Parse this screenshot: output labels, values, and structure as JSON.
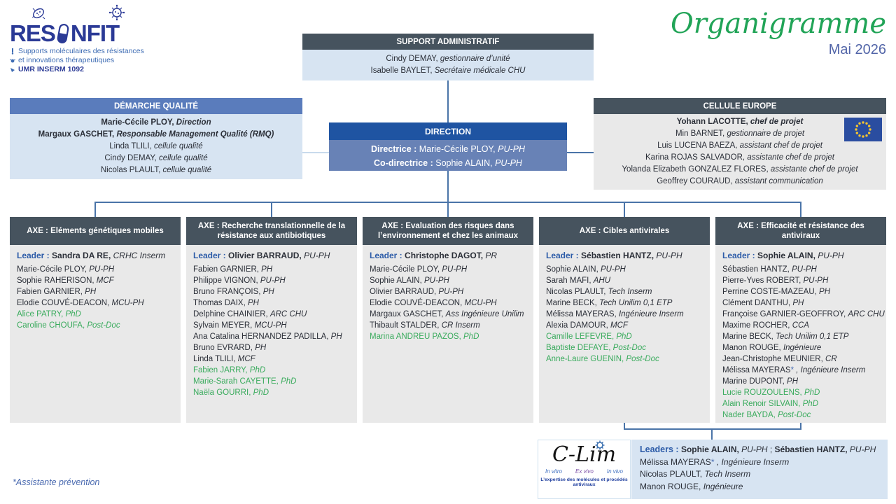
{
  "title": {
    "text": "Organigramme",
    "date": "Mai 2026"
  },
  "logo": {
    "brand_pre": "RES",
    "brand_post": "NFIT",
    "line1": "Supports moléculaires des résistances",
    "line2": "et innovations thérapeutiques",
    "line3": "UMR INSERM 1092"
  },
  "boxes": {
    "support_admin": {
      "title": "SUPPORT ADMINISTRATIF",
      "members": [
        {
          "name": "Cindy DEMAY,",
          "role": "gestionnaire d’unité"
        },
        {
          "name": "Isabelle BAYLET,",
          "role": "Secrétaire médicale CHU"
        }
      ]
    },
    "demarche_qualite": {
      "title": "DÉMARCHE QUALITÉ",
      "members": [
        {
          "name": "Marie-Cécile PLOY,",
          "role": "Direction",
          "bold": true
        },
        {
          "name": "Margaux GASCHET,",
          "role": "Responsable Management Qualité (RMQ)",
          "bold": true
        },
        {
          "name": "Linda TLILI,",
          "role": "cellule qualité"
        },
        {
          "name": "Cindy DEMAY,",
          "role": "cellule qualité"
        },
        {
          "name": "Nicolas PLAULT,",
          "role": "cellule qualité"
        }
      ]
    },
    "direction": {
      "title": "DIRECTION",
      "lines": [
        {
          "label": "Directrice :",
          "name": "Marie-Cécile PLOY,",
          "role": "PU-PH"
        },
        {
          "label": "Co-directrice :",
          "name": "Sophie ALAIN,",
          "role": "PU-PH"
        }
      ]
    },
    "cellule_europe": {
      "title": "CELLULE EUROPE",
      "members": [
        {
          "name": "Yohann LACOTTE,",
          "role": "chef de projet",
          "bold": true
        },
        {
          "name": "Min BARNET,",
          "role": "gestionnaire de projet"
        },
        {
          "name": "Luis LUCENA BAEZA,",
          "role": "assistant chef de projet"
        },
        {
          "name": "Karina ROJAS SALVADOR,",
          "role": "assistante chef de projet"
        },
        {
          "name": "Yolanda Elizabeth GONZALEZ FLORES,",
          "role": "assistante chef de projet"
        },
        {
          "name": "Geoffrey COURAUD,",
          "role": "assistant communication"
        }
      ]
    }
  },
  "axes": [
    {
      "title": "AXE : Eléments génétiques mobiles",
      "leader": {
        "label": "Leader :",
        "name": "Sandra DA RE,",
        "role": "CRHC Inserm"
      },
      "members": [
        {
          "name": "Marie-Cécile PLOY,",
          "role": "PU-PH"
        },
        {
          "name": "Sophie RAHERISON,",
          "role": "MCF"
        },
        {
          "name": "Fabien GARNIER,",
          "role": "PH"
        },
        {
          "name": "Elodie COUVÉ-DEACON,",
          "role": "MCU-PH"
        },
        {
          "name": "Alice PATRY,",
          "role": "PhD",
          "highlight": true
        },
        {
          "name": "Caroline CHOUFA,",
          "role": "Post-Doc",
          "highlight": true
        }
      ]
    },
    {
      "title": "AXE : Recherche translationnelle de la résistance aux antibiotiques",
      "leader": {
        "label": "Leader :",
        "name": "Olivier BARRAUD,",
        "role": "PU-PH"
      },
      "members": [
        {
          "name": "Fabien GARNIER,",
          "role": "PH"
        },
        {
          "name": "Philippe VIGNON,",
          "role": "PU-PH"
        },
        {
          "name": "Bruno FRANÇOIS,",
          "role": "PH"
        },
        {
          "name": "Thomas DAIX,",
          "role": "PH"
        },
        {
          "name": "Delphine CHAINIER,",
          "role": "ARC CHU"
        },
        {
          "name": "Sylvain MEYER,",
          "role": "MCU-PH"
        },
        {
          "name": "Ana Catalina HERNANDEZ PADILLA,",
          "role": "PH"
        },
        {
          "name": "Bruno EVRARD,",
          "role": "PH"
        },
        {
          "name": "Linda TLILI,",
          "role": "MCF"
        },
        {
          "name": "Fabien JARRY,",
          "role": "PhD",
          "highlight": true
        },
        {
          "name": "Marie-Sarah CAYETTE,",
          "role": "PhD",
          "highlight": true
        },
        {
          "name": "Naëla GOURRI,",
          "role": "PhD",
          "highlight": true
        }
      ]
    },
    {
      "title": "AXE : Evaluation des risques dans l’environnement et chez les animaux",
      "leader": {
        "label": "Leader :",
        "name": "Christophe DAGOT,",
        "role": "PR"
      },
      "members": [
        {
          "name": "Marie-Cécile PLOY,",
          "role": "PU-PH"
        },
        {
          "name": "Sophie ALAIN,",
          "role": "PU-PH"
        },
        {
          "name": "Olivier BARRAUD,",
          "role": "PU-PH"
        },
        {
          "name": "Elodie COUVÉ-DEACON,",
          "role": "MCU-PH"
        },
        {
          "name": "Margaux GASCHET,",
          "role": "Ass Ingénieure Unilim"
        },
        {
          "name": "Thibault STALDER,",
          "role": "CR Inserm"
        },
        {
          "name": "Marina ANDREU PAZOS,",
          "role": "PhD",
          "highlight": true
        }
      ]
    },
    {
      "title": "AXE : Cibles antivirales",
      "leader": {
        "label": "Leader :",
        "name": "Sébastien HANTZ,",
        "role": "PU-PH"
      },
      "members": [
        {
          "name": "Sophie ALAIN,",
          "role": "PU-PH"
        },
        {
          "name": "Sarah MAFI,",
          "role": "AHU"
        },
        {
          "name": "Nicolas PLAULT,",
          "role": "Tech Inserm"
        },
        {
          "name": "Marine BECK,",
          "role": "Tech Unilim 0,1 ETP"
        },
        {
          "name": "Mélissa MAYERAS,",
          "role": "Ingénieure Inserm"
        },
        {
          "name": "Alexia DAMOUR,",
          "role": "MCF"
        },
        {
          "name": "Camille LEFEVRE,",
          "role": "PhD",
          "highlight": true
        },
        {
          "name": "Baptiste DEFAYE,",
          "role": "Post-Doc",
          "highlight": true
        },
        {
          "name": "Anne-Laure GUENIN,",
          "role": "Post-Doc",
          "highlight": true
        }
      ]
    },
    {
      "title": "AXE : Efficacité et résistance des antiviraux",
      "leader": {
        "label": "Leader :",
        "name": "Sophie ALAIN,",
        "role": "PU-PH"
      },
      "members": [
        {
          "name": "Sébastien HANTZ,",
          "role": "PU-PH"
        },
        {
          "name": "Pierre-Yves ROBERT,",
          "role": "PU-PH"
        },
        {
          "name": "Perrine COSTE-MAZEAU,",
          "role": "PH"
        },
        {
          "name": "Clément DANTHU,",
          "role": "PH"
        },
        {
          "name": "Françoise GARNIER-GEOFFROY,",
          "role": "ARC CHU"
        },
        {
          "name": "Maxime ROCHER,",
          "role": "CCA"
        },
        {
          "name": "Marine BECK,",
          "role": "Tech Unilim 0,1 ETP"
        },
        {
          "name": "Manon ROUGE,",
          "role": "Ingénieure"
        },
        {
          "name": "Jean-Christophe MEUNIER,",
          "role": "CR"
        },
        {
          "name": "Mélissa MAYERAS",
          "star": "*",
          "role": ", Ingénieure Inserm"
        },
        {
          "name": "Marine DUPONT,",
          "role": "PH"
        },
        {
          "name": "Lucie ROUZOULENS,",
          "role": "PhD",
          "highlight": true
        },
        {
          "name": "Alain Renoir SILVAIN,",
          "role": "PhD",
          "highlight": true
        },
        {
          "name": "Nader BAYDA,",
          "role": "Post-Doc",
          "highlight": true
        }
      ]
    }
  ],
  "clim": {
    "logo": {
      "name": "C-Lim",
      "in_vitro": "In vitro",
      "ex_vivo": "Ex vivo",
      "in_vivo": "In vivo",
      "tagline": "L’expertise des molécules et procédés antiviraux"
    },
    "leaders": {
      "label": "Leaders :",
      "name_a": "Sophie ALAIN,",
      "role_a": "PU-PH",
      "sep": ";",
      "name_b": "Sébastien HANTZ,",
      "role_b": "PU-PH",
      "members": [
        {
          "name": "Mélissa MAYERAS",
          "star": "*",
          "role": ", Ingénieure Inserm"
        },
        {
          "name": "Nicolas PLAULT,",
          "role": "Tech Inserm"
        },
        {
          "name": "Manon ROUGE,",
          "role": "Ingénieure"
        }
      ]
    }
  },
  "footnote": "*Assistante prévention",
  "colors": {
    "slate_header": "#46535e",
    "blue_header": "#5a7cbc",
    "direction_header": "#1f54a2",
    "direction_body": "#6882b6",
    "light_blue_body": "#d7e4f2",
    "light_gray_body": "#e9e9e9",
    "student_green": "#3aab5d",
    "leader_blue": "#2d5ca8",
    "connector_blue": "#4a74a8",
    "title_green": "#21a457",
    "date_blue": "#5265a8",
    "eu_flag_blue": "#2a4da0",
    "eu_star_gold": "#f7c52f"
  }
}
